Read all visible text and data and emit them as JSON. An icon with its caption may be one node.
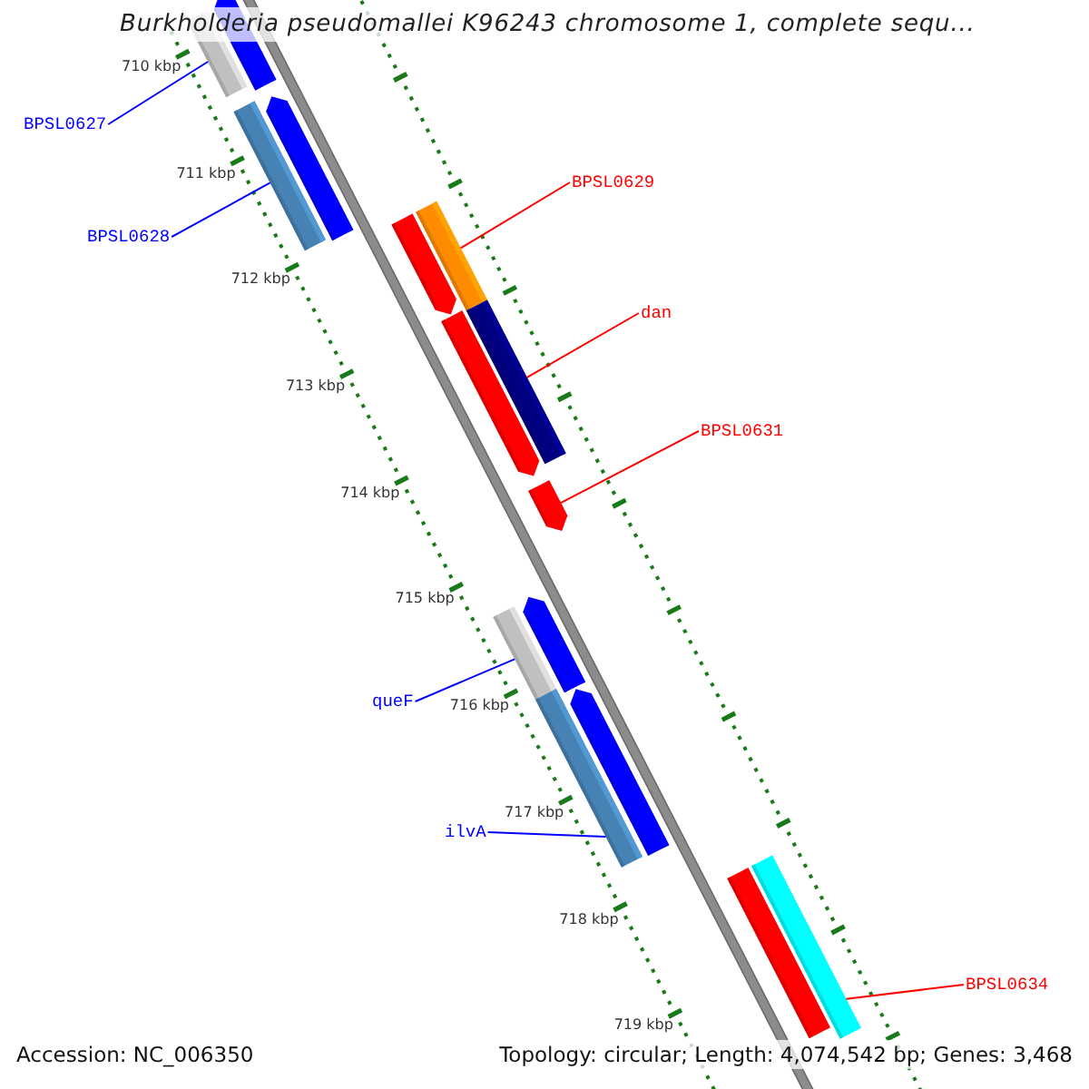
{
  "diagram": {
    "title": "Burkholderia pseudomallei K96243 chromosome 1, complete sequ...",
    "nodes": [
      {
        "text": [
          "BPSL0627"
        ]
      },
      {
        "text": [
          "BPSL0628"
        ]
      },
      {
        "text": [
          "BPSL0629"
        ]
      },
      {
        "text": [
          "dan"
        ]
      },
      {
        "text": [
          "BPSL0631"
        ]
      },
      {
        "text": [
          "queF"
        ]
      },
      {
        "text": [
          "ilvA"
        ]
      },
      {
        "text": [
          "BPSL0634"
        ]
      },
      {
        "text": [],
        "shape": "bar"
      },
      {
        "text": [],
        "shape": "bar"
      },
      {
        "text": [],
        "shape": "bar"
      },
      {
        "text": [],
        "shape": "bar"
      },
      {
        "text": [],
        "shape": "bar"
      },
      {
        "text": [],
        "shape": "bar"
      },
      {
        "text": [],
        "shape": "bar"
      },
      {
        "text": [],
        "shape": "bar"
      }
    ],
    "edges": [
      {
        "from": 0,
        "to": 8,
        "arrow": "none"
      },
      {
        "from": 1,
        "to": 9,
        "arrow": "none"
      },
      {
        "from": 2,
        "to": 10,
        "arrow": "none",
        "color": "#ff0000"
      },
      {
        "from": 3,
        "to": 11,
        "arrow": "none",
        "color": "#ff0000"
      },
      {
        "from": 4,
        "to": 12,
        "arrow": "none",
        "color": "#ff0000"
      },
      {
        "from": 5,
        "to": 13,
        "arrow": "none"
      },
      {
        "from": 6,
        "to": 14,
        "arrow": "none"
      },
      {
        "from": 7,
        "to": 15,
        "arrow": "none",
        "color": "#ff0000"
      }
    ],
    "labels": [
      "710 kbp",
      "711 kbp",
      "712 kbp",
      "713 kbp",
      "714 kbp",
      "715 kbp",
      "716 kbp",
      "717 kbp",
      "718 kbp",
      "719 kbp",
      "Accession: NC_006350",
      "Topology: circular; Length: 4,074,542 bp; Genes: 3,468"
    ]
  }
}
